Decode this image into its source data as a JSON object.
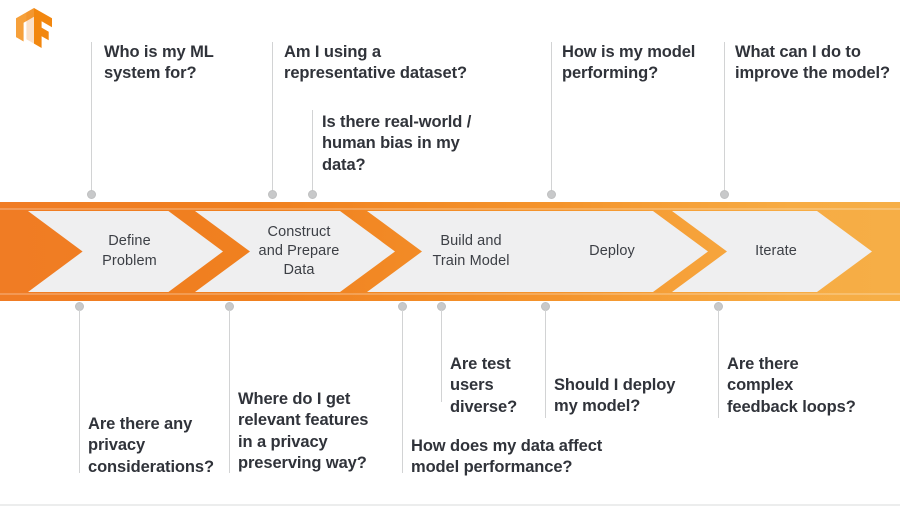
{
  "logo": {
    "name": "tensorflow-logo",
    "colors": {
      "light": "#F6A03A",
      "mid": "#F2870F",
      "dark": "#E8780C"
    }
  },
  "theme": {
    "band_start": "#F07C24",
    "band_end": "#F6AE46",
    "chevron_fill": "#EFEFF0",
    "text_dark": "#30333A",
    "chevron_text": "#3C3F45",
    "connector": "#D2D3D4",
    "dot": "#C8C9CA",
    "background": "#FFFFFF"
  },
  "flow": {
    "title": "ML workflow stages",
    "steps": [
      {
        "id": "define-problem",
        "label": "Define\nProblem"
      },
      {
        "id": "construct-and-prepare-data",
        "label": "Construct\nand Prepare\nData"
      },
      {
        "id": "build-and-train-model",
        "label": "Build and\nTrain Model"
      },
      {
        "id": "deploy",
        "label": "Deploy"
      },
      {
        "id": "iterate",
        "label": "Iterate"
      }
    ]
  },
  "questions_above": [
    {
      "id": "who-is-my-ml-system-for",
      "text": "Who is my ML\nsystem for?"
    },
    {
      "id": "am-i-using-a-representative-dataset",
      "text": "Am I using a\nrepresentative dataset?"
    },
    {
      "id": "is-there-real-world-human-bias-in-my-data",
      "text": "Is there real-world /\nhuman bias in my\ndata?"
    },
    {
      "id": "how-is-my-model-performing",
      "text": "How is my model\nperforming?"
    },
    {
      "id": "what-can-i-do-to-improve-the-model",
      "text": "What can I do to\nimprove the model?"
    }
  ],
  "questions_below": [
    {
      "id": "are-there-any-privacy-considerations",
      "text": "Are there any\nprivacy\nconsiderations?"
    },
    {
      "id": "where-do-i-get-relevant-features-in-a-privacy-preserving-way",
      "text": "Where do I get\nrelevant features\nin a privacy\npreserving way?"
    },
    {
      "id": "how-does-my-data-affect-model-performance",
      "text": "How does my data affect\nmodel performance?"
    },
    {
      "id": "are-test-users-diverse",
      "text": "Are test\nusers\ndiverse?"
    },
    {
      "id": "should-i-deploy-my-model",
      "text": "Should I deploy\nmy model?"
    },
    {
      "id": "are-there-complex-feedback-loops",
      "text": "Are there\ncomplex\nfeedback loops?"
    }
  ]
}
